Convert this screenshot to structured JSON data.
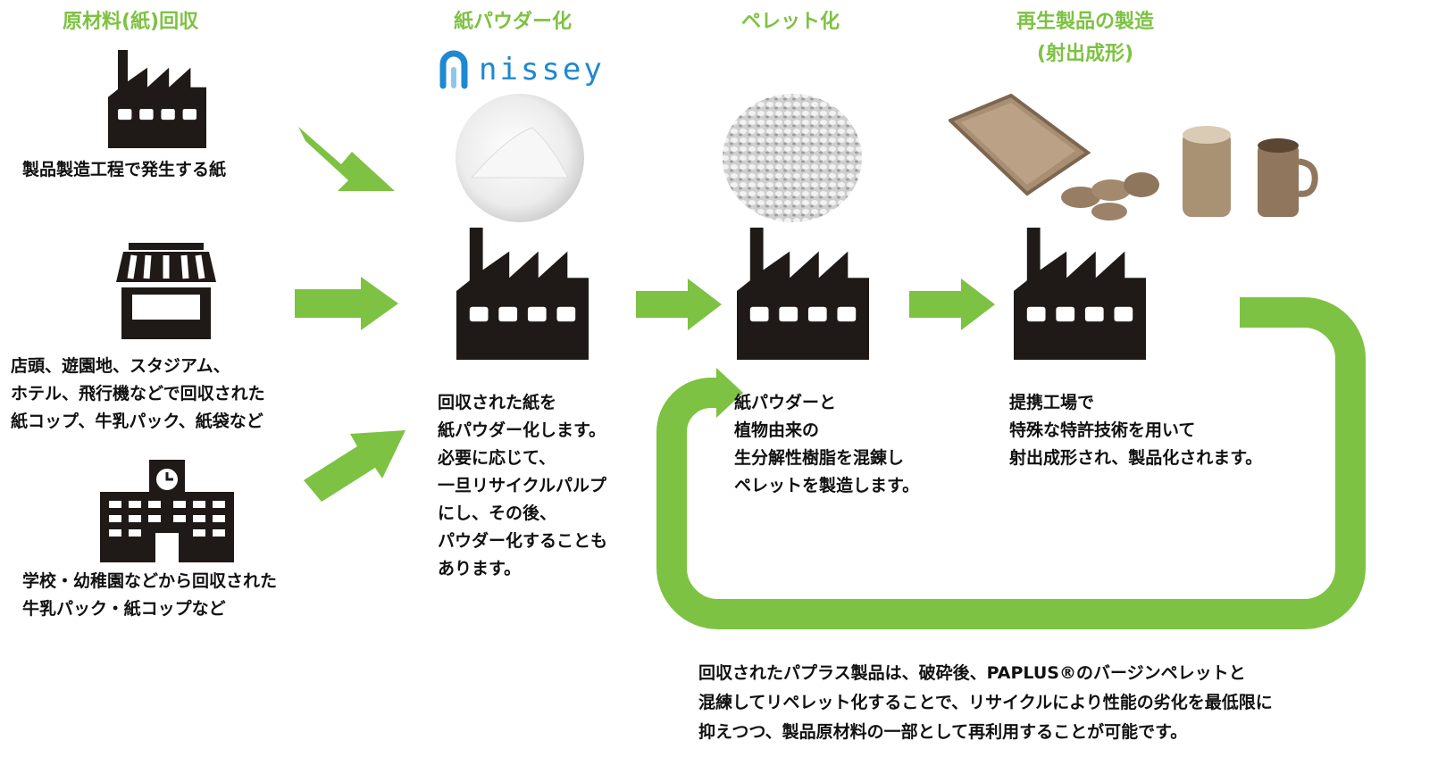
{
  "headings": {
    "collection": "原材料(紙)回収",
    "powder": "紙パウダー化",
    "pellet": "ペレット化",
    "molding_line1": "再生製品の製造",
    "molding_line2": "(射出成形)"
  },
  "logo": {
    "text": "nissey",
    "color": "#1e88d0"
  },
  "sources": {
    "factory_caption": "製品製造工程で発生する紙",
    "store_caption": [
      "店頭、遊園地、スタジアム、",
      "ホテル、飛行機などで回収された",
      "紙コップ、牛乳パック、紙袋など"
    ],
    "school_caption": [
      "学校・幼稚園などから回収された",
      "牛乳パック・紙コップなど"
    ]
  },
  "steps": {
    "powder": [
      "回収された紙を",
      "紙パウダー化します。",
      "必要に応じて、",
      "一旦リサイクルパルプ",
      "にし、その後、",
      "パウダー化することも",
      "あります。"
    ],
    "pellet": [
      "紙パウダーと",
      "植物由来の",
      "生分解性樹脂を混錬し",
      "ペレットを製造します。"
    ],
    "molding": [
      "提携工場で",
      "特殊な特許技術を用いて",
      "射出成形され、製品化されます。"
    ]
  },
  "recycle_note": [
    "回収されたパプラス製品は、破砕後、PAPLUS®のバージンペレットと",
    "混練してリペレット化することで、リサイクルにより性能の劣化を最低限に",
    "抑えつつ、製品原材料の一部として再利用することが可能です。"
  ],
  "colors": {
    "accent_green": "#7dc242",
    "icon_dark": "#1f1a17",
    "heading_green": "#7dc242"
  },
  "icons": [
    "factory-icon",
    "store-icon",
    "school-icon",
    "arrow-icon",
    "powder-image",
    "pellet-image",
    "products-image"
  ]
}
